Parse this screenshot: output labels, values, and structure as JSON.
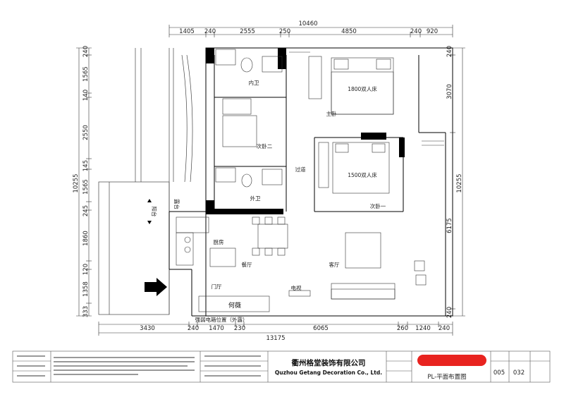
{
  "dimensions": {
    "top_total": "10460",
    "top_segments": [
      "1405",
      "240",
      "2555",
      "250",
      "4850",
      "240",
      "920"
    ],
    "bottom_total": "13175",
    "bottom_segments": [
      "3430",
      "240",
      "1470",
      "230",
      "6065",
      "260",
      "1240",
      "240"
    ],
    "left_total": "10255",
    "left_segments": [
      "240",
      "1565",
      "140",
      "2550",
      "145",
      "1565",
      "245",
      "1860",
      "120",
      "1358",
      "333"
    ],
    "right_total": "10255",
    "right_segments": [
      "240",
      "3070",
      "6175",
      "240"
    ]
  },
  "rooms": {
    "inner_bath": "内卫",
    "master_bedroom": "主卧",
    "master_bed": "1800双人床",
    "second_bedroom_2": "次卧二",
    "corridor": "过道",
    "bed_1500": "1500双人床",
    "second_bedroom_1": "次卧一",
    "outer_bath": "外卫",
    "kitchen": "厨房",
    "dining": "餐厅",
    "living": "客厅",
    "entrance": "门厅",
    "terrace": "阳台",
    "tv": "电视",
    "terrace_note": "露台",
    "electric_box": "强弱电箱位置（外露）"
  },
  "title_block": {
    "company_cn": "衢州格堂装饰有限公司",
    "company_en": "Quzhou Getang Decoration Co., Ltd.",
    "designer": "何薇",
    "drawing_title": "PL-平面布置图",
    "drawing_no": "005",
    "sheet_total": "032"
  },
  "colors": {
    "redaction": "#e8231f",
    "wall": "#000000",
    "line": "#333333"
  }
}
